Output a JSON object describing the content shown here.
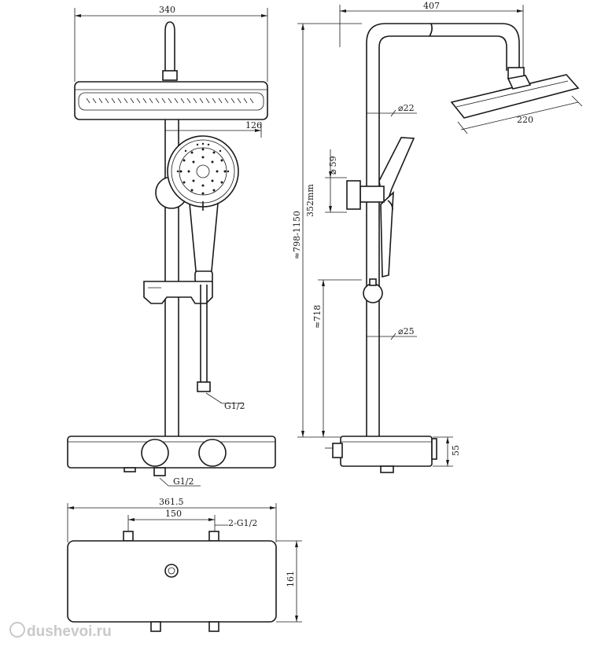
{
  "dimensions": {
    "width_top": "340",
    "hand_shower_width": "126",
    "full_width": "407",
    "arm_diameter": "22",
    "head_diameter": "220",
    "holder_diameter": "59",
    "height_range": "≈798-1150",
    "height_upper": "352mm",
    "height_lower": "≈718",
    "pipe_diameter": "25",
    "hose_thread": "G1/2",
    "outlet_thread": "G1/2",
    "mixer_height": "55",
    "mixer_width": "361.5",
    "inlet_spacing": "150",
    "inlet_thread": "2-G1/2",
    "mixer_depth": "161"
  },
  "symbols": {
    "diameter": "⌀"
  },
  "watermark": "dushevoi.ru"
}
